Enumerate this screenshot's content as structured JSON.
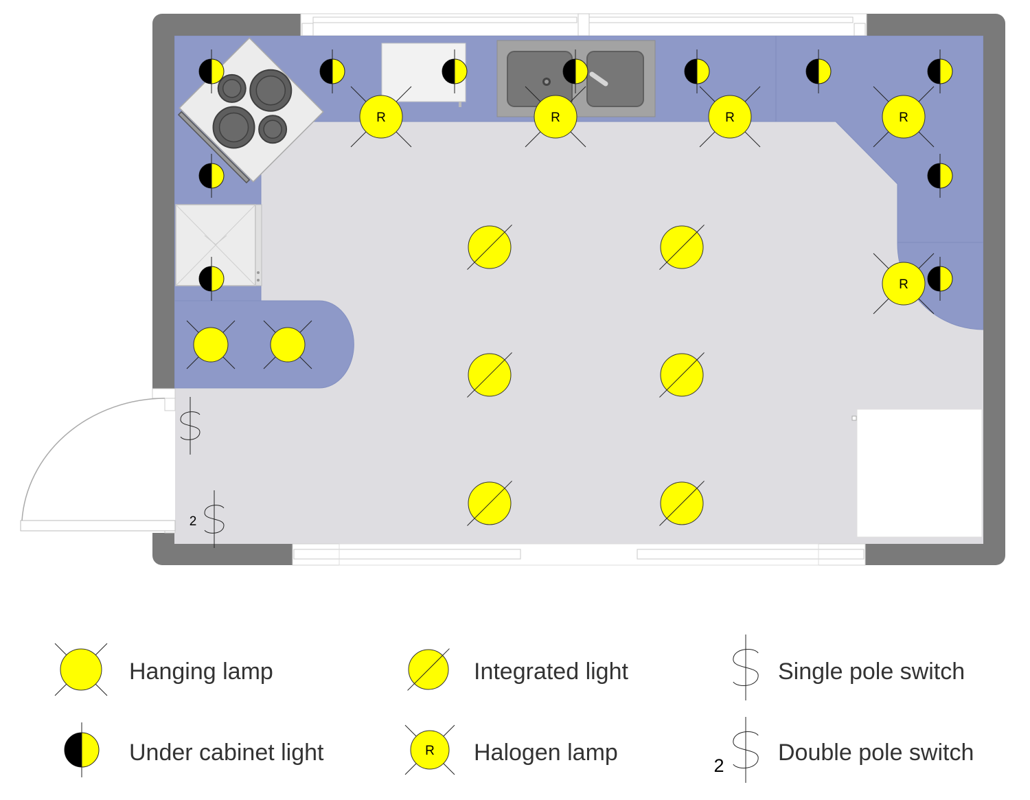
{
  "colors": {
    "wall": "#7a7a7a",
    "floor": "#dedde1",
    "counter": "#8e99c8",
    "lamp_fill": "#ffff00",
    "appliance": "#e6e6e6"
  },
  "symbols": {
    "halogen_letter": "R",
    "double_pole_number": "2"
  },
  "legend": {
    "hanging_lamp": "Hanging lamp",
    "integrated_light": "Integrated light",
    "single_pole_switch": "Single pole switch",
    "under_cabinet_light": "Under cabinet light",
    "halogen_lamp": "Halogen lamp",
    "double_pole_switch": "Double pole switch"
  }
}
